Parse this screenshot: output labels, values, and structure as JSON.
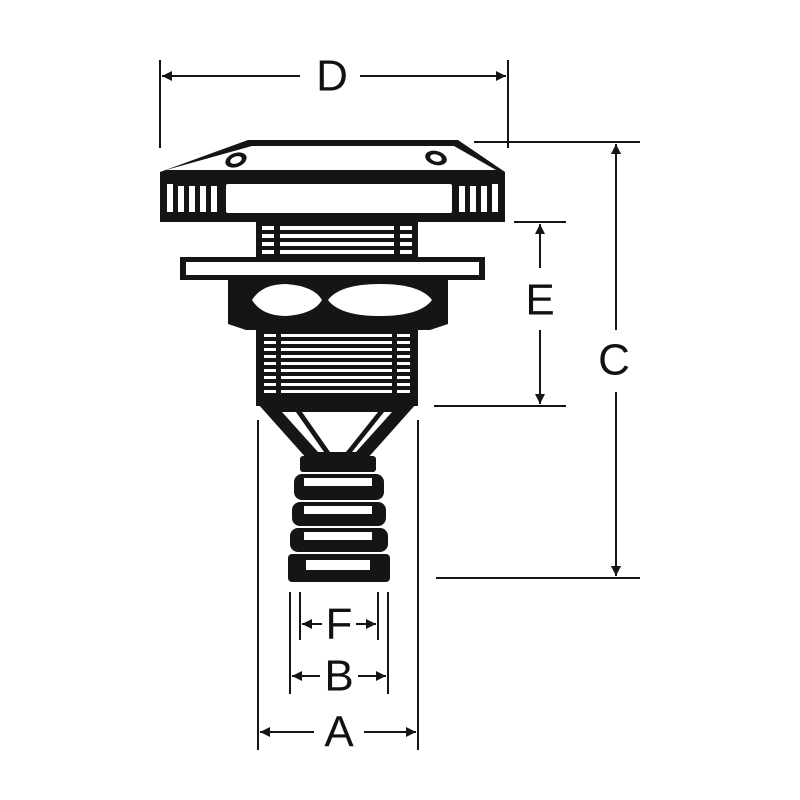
{
  "labels": {
    "d": "D",
    "c": "C",
    "e": "E",
    "f": "F",
    "b": "B",
    "a": "A"
  },
  "colors": {
    "ink": "#151515",
    "background": "#ffffff"
  }
}
